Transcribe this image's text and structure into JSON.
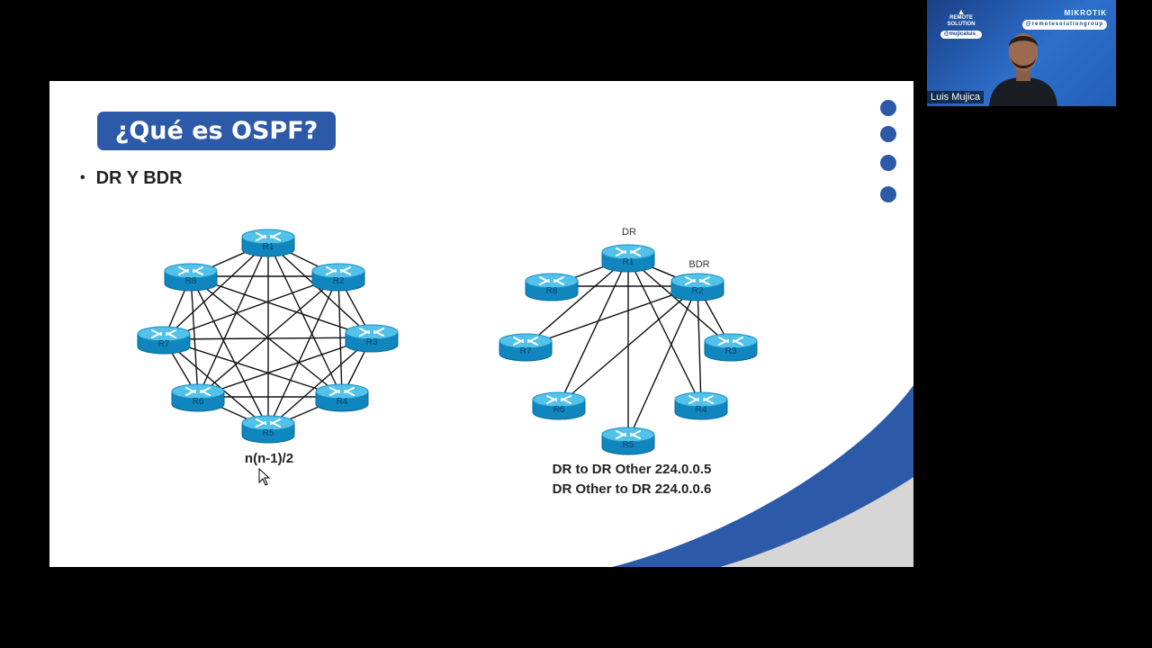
{
  "slide": {
    "title": "¿Qué es OSPF?",
    "bullet": "DR Y BDR",
    "formula": "n(n-1)/2",
    "multicast_line1": "DR to DR Other 224.0.0.5",
    "multicast_line2": "DR Other to DR 224.0.0.6",
    "accent_color": "#2c5aa8",
    "nav_dot_count": 4
  },
  "full_mesh": {
    "routers": [
      "R1",
      "R2",
      "R3",
      "R4",
      "R5",
      "R6",
      "R7",
      "R8"
    ]
  },
  "dr_topology": {
    "routers": [
      "R1",
      "R2",
      "R3",
      "R4",
      "R5",
      "R6",
      "R7",
      "R8"
    ],
    "dr_label": "DR",
    "bdr_label": "BDR"
  },
  "webcam": {
    "presenter_name": "Luis Mujica",
    "badge_left_title": "REMOTE SOLUTION",
    "badge_left_handle": "@mujicaluis_",
    "badge_right_brand": "MIKROTIK",
    "badge_right_handle": "@remotesolutiongroup"
  }
}
